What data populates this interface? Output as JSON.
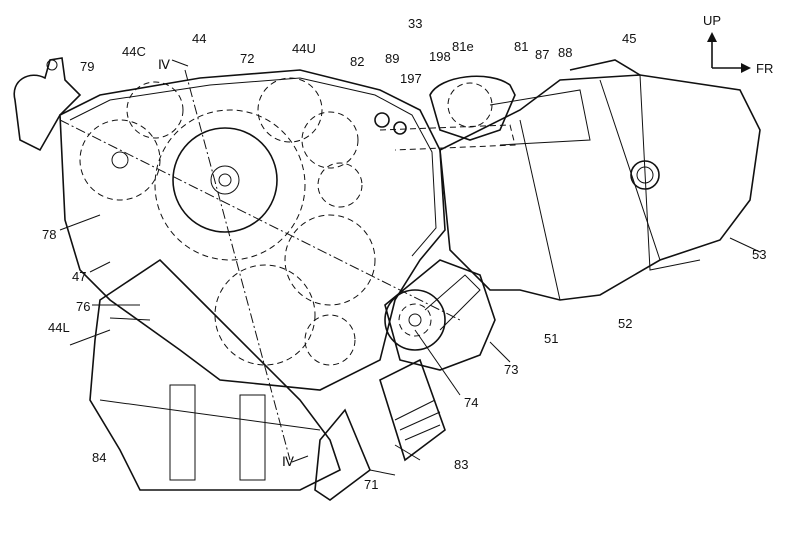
{
  "figure": {
    "labels": {
      "l33": "33",
      "l44": "44",
      "l44C": "44C",
      "l44U": "44U",
      "l79": "79",
      "lIVtop": "Ⅳ",
      "l72": "72",
      "l82": "82",
      "l89": "89",
      "l197": "197",
      "l198": "198",
      "l81e": "81e",
      "l81": "81",
      "l87": "87",
      "l88": "88",
      "l45": "45",
      "l78": "78",
      "l47": "47",
      "l76": "76",
      "l44L": "44L",
      "l53": "53",
      "l52": "52",
      "l51": "51",
      "l73": "73",
      "l74": "74",
      "l84": "84",
      "l83": "83",
      "l71": "71",
      "lIVbot": "Ⅳ"
    },
    "direction": {
      "up": "UP",
      "forward": "FR"
    }
  }
}
